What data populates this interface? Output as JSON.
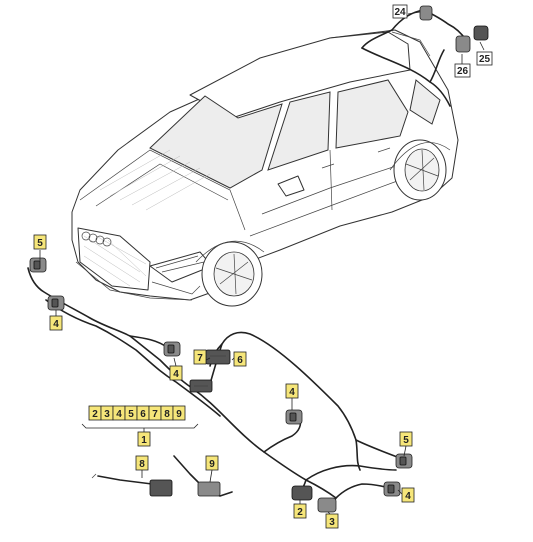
{
  "callouts": {
    "c24": "24",
    "c25": "25",
    "c26": "26",
    "c5_left": "5",
    "c4_left": "4",
    "c4_mid": "4",
    "c7": "7",
    "c6": "6",
    "c4_center": "4",
    "c5_right": "5",
    "c4_right": "4",
    "c2": "2",
    "c3": "3",
    "c8": "8",
    "c9": "9",
    "c1": "1",
    "group_1": [
      "2",
      "3",
      "4",
      "5",
      "6",
      "7",
      "8",
      "9"
    ]
  },
  "colors": {
    "callout_fill": "#f6e67a",
    "line": "#222222",
    "sensor": "#8a8a8a"
  }
}
